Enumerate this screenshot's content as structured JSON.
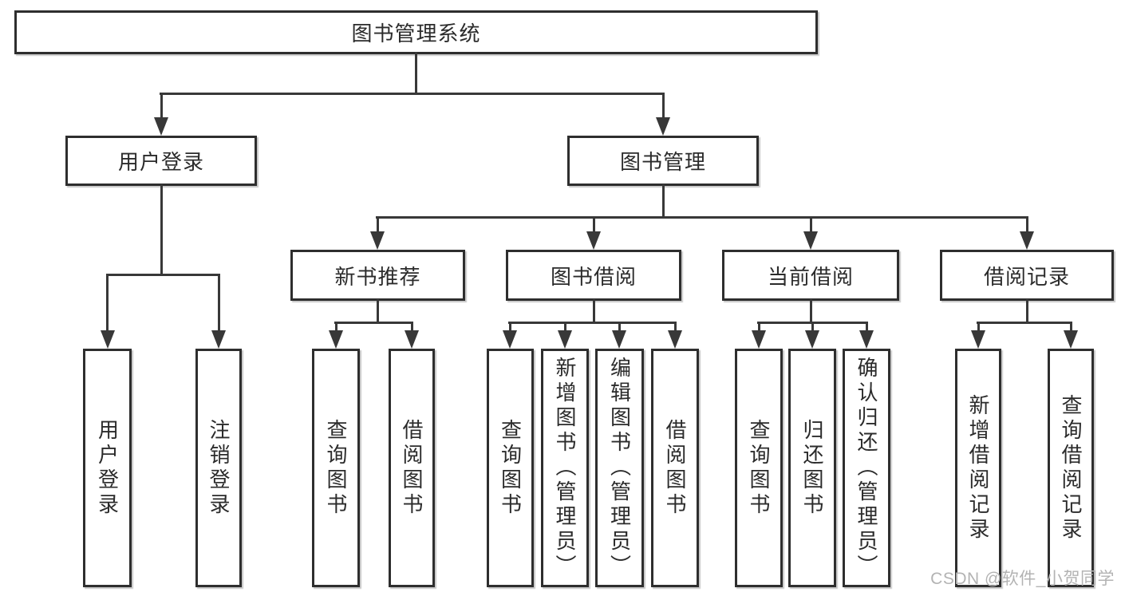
{
  "diagram": {
    "root": "图书管理系统",
    "level2": {
      "user_login": "用户登录",
      "book_management": "图书管理"
    },
    "level3": {
      "new_book_recommend": "新书推荐",
      "book_borrowing": "图书借阅",
      "current_borrowing": "当前借阅",
      "borrowing_records": "借阅记录"
    },
    "leaves": {
      "user_login": "用户登录",
      "logout": "注销登录",
      "rec_query_books": "查询图书",
      "rec_borrow_books": "借阅图书",
      "borrow_query_books": "查询图书",
      "borrow_add_books_admin": "新增图书（管理员）",
      "borrow_edit_books_admin": "编辑图书（管理员）",
      "borrow_borrow_books": "借阅图书",
      "current_query_books": "查询图书",
      "current_return_books": "归还图书",
      "current_confirm_return_admin": "确认归还（管理员）",
      "records_add_record": "新增借阅记录",
      "records_query_record": "查询借阅记录"
    }
  },
  "watermark": "CSDN @软件_小贺同学",
  "colors": {
    "line": "#383838",
    "box_border": "#2e2e2e",
    "text": "#2b2b2b",
    "background": "#ffffff",
    "watermark": "#b3b3b3"
  }
}
